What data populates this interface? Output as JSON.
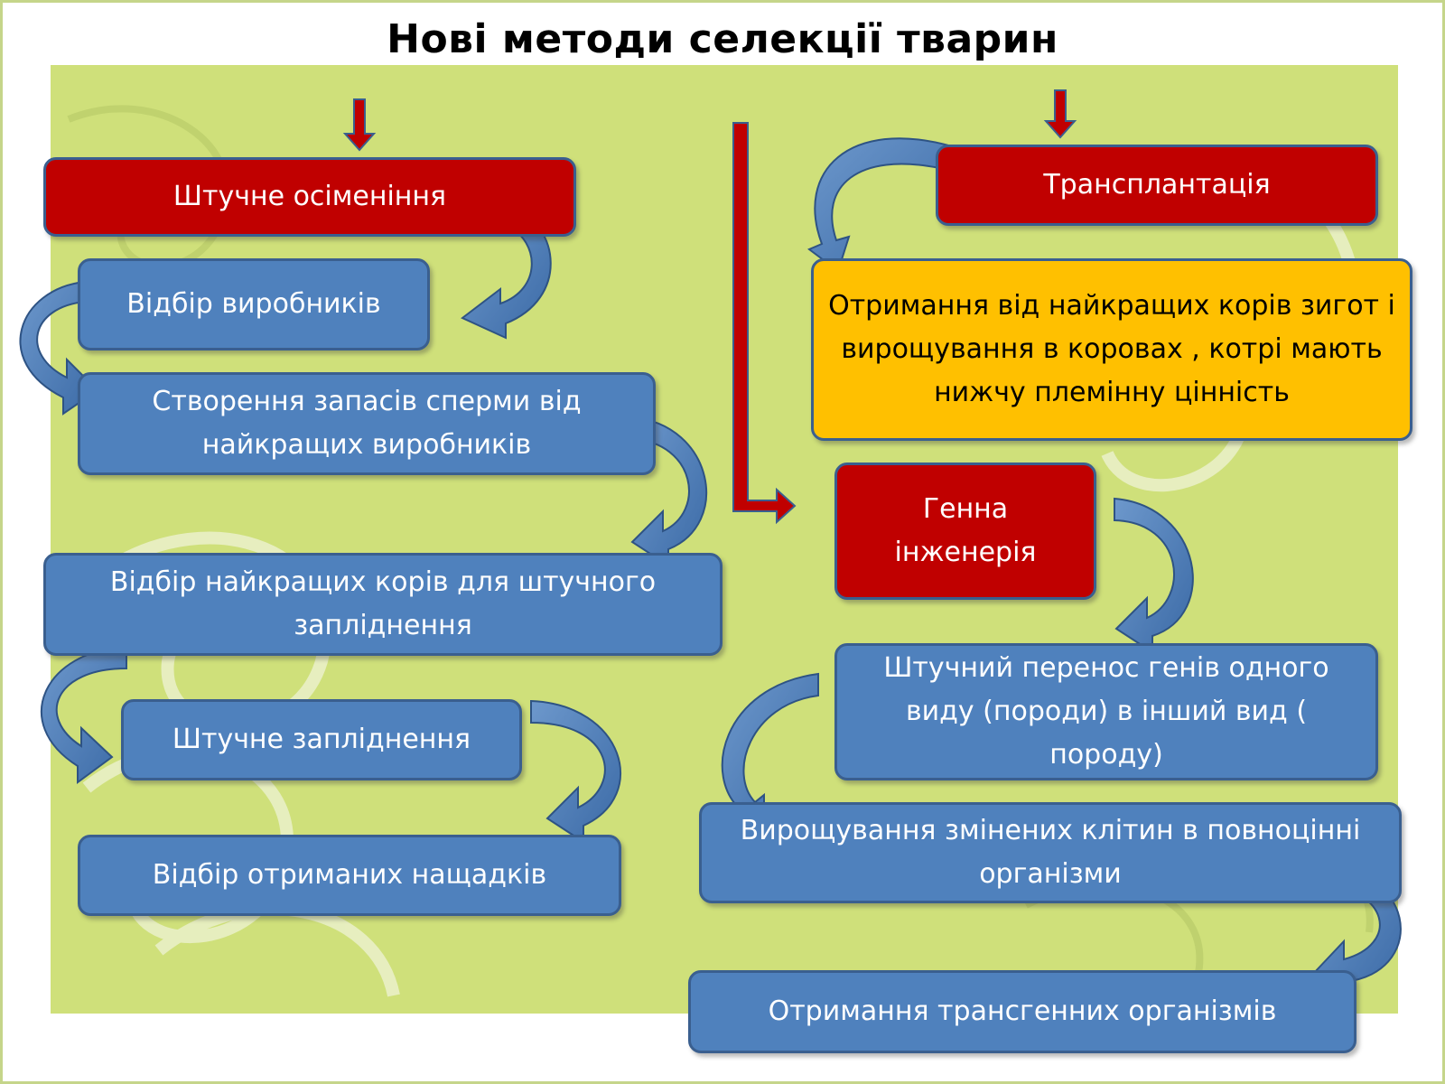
{
  "title": "Нові методи селекції тварин",
  "left_column": {
    "header": "Штучне осіменіння",
    "steps": [
      "Відбір виробників",
      "Створення запасів сперми від найкращих виробників",
      "Відбір найкращих корів для штучного запліднення",
      "Штучне запліднення",
      "Відбір отриманих нащадків"
    ]
  },
  "right_column": {
    "transplant_header": "Трансплантація",
    "transplant_desc": "Отримання  від найкращих корів зигот і вирощування в коровах , котрі мають нижчу племінну цінність",
    "genetic_header": "Генна інженерія",
    "genetic_steps": [
      "Штучний перенос генів одного виду (породи)  в інший вид ( породу)",
      "Вирощування змінених клітин в повноцінні організми",
      "Отримання трансгенних організмів"
    ]
  },
  "colors": {
    "background": "#cfe07a",
    "red_box": "#c00000",
    "blue_box": "#4f81bd",
    "gold_box": "#ffc000",
    "arrow_red": "#c00000",
    "arrow_blue": "#4f81bd"
  }
}
